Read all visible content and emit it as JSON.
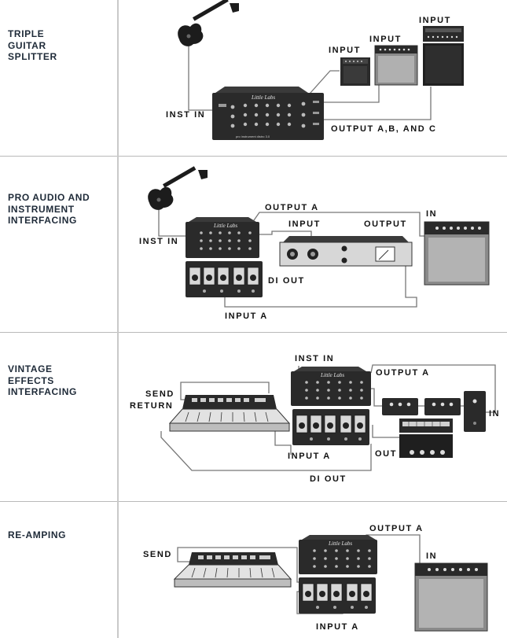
{
  "sections": [
    {
      "title": "TRIPLE\nGUITAR\nSPLITTER"
    },
    {
      "title": "PRO AUDIO AND\nINSTRUMENT\nINTERFACING"
    },
    {
      "title": "VINTAGE\nEFFECTS\nINTERFACING"
    },
    {
      "title": "RE-AMPING"
    }
  ],
  "device": {
    "brand": "Little Labs",
    "model": "pro instrument distro 3.0"
  },
  "labels": {
    "s1": {
      "inst_in": "INST IN",
      "input_1": "INPUT",
      "input_2": "INPUT",
      "input_3": "INPUT",
      "outputs": "OUTPUT A,B, AND C"
    },
    "s2": {
      "output_a": "OUTPUT A",
      "inst_in": "INST IN",
      "input": "INPUT",
      "output": "OUTPUT",
      "in": "IN",
      "di_out": "DI OUT",
      "input_a": "INPUT A"
    },
    "s3": {
      "inst_in": "INST IN",
      "output_a": "OUTPUT A",
      "send": "SEND",
      "return": "RETURN",
      "in": "IN",
      "out": "OUT",
      "input_a": "INPUT A",
      "di_out": "DI OUT"
    },
    "s4": {
      "output_a": "OUTPUT A",
      "send": "SEND",
      "in": "IN",
      "input_a": "INPUT A"
    }
  },
  "colors": {
    "device": "#2a2a2a",
    "cable": "#707070",
    "text": "#1e2a38",
    "divider": "#b9b9b9"
  }
}
